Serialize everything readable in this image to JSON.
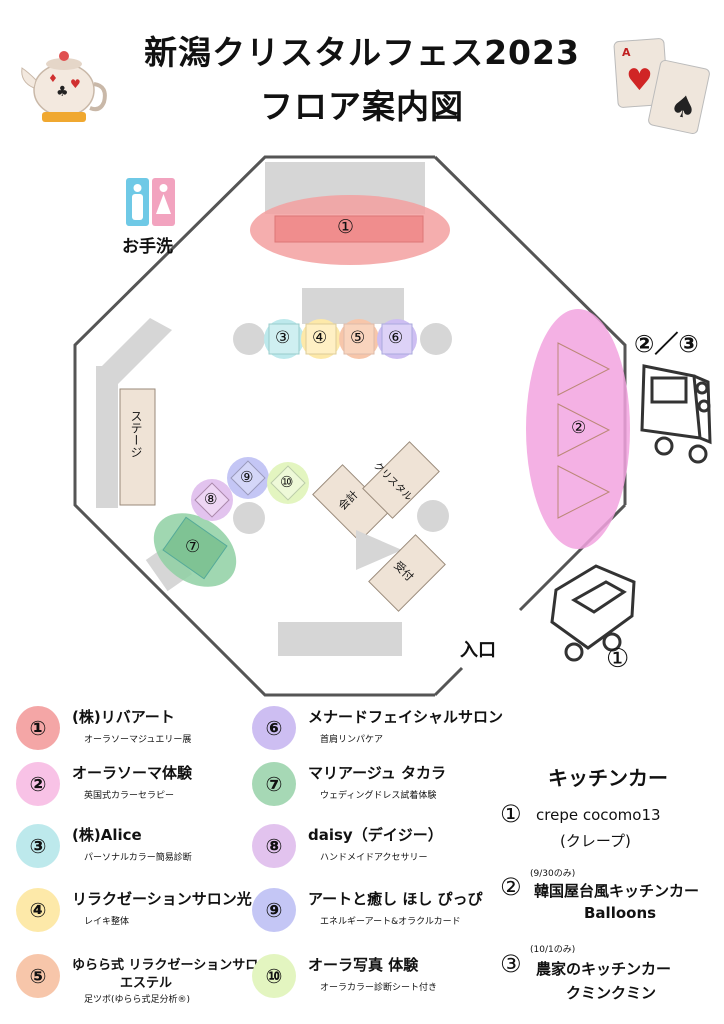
{
  "title_line1": "新潟クリスタルフェス2023",
  "title_line2": "フロア案内図",
  "map": {
    "toilet_label": "お手洗",
    "entrance_label": "入口",
    "stage_label": "ステージ",
    "kaikei_label": "会計",
    "crystal_label": "クリスタル",
    "uketsuke_label": "受付",
    "kitchen_23_label": "②／③",
    "kitchen_1_label": "①",
    "booths": {
      "b1": "①",
      "b2": "②",
      "b3": "③",
      "b4": "④",
      "b5": "⑤",
      "b6": "⑥",
      "b7": "⑦",
      "b8": "⑧",
      "b9": "⑨",
      "b10": "⑩"
    }
  },
  "legend": [
    {
      "num": "①",
      "name": "(株)リバアート",
      "sub": "オーラソーマジュエリー展",
      "color": "#f4a6a6"
    },
    {
      "num": "②",
      "name": "オーラソーマ体験",
      "sub": "英国式カラーセラピー",
      "color": "#f8c2e6"
    },
    {
      "num": "③",
      "name": "(株)Alice",
      "sub": "パーソナルカラー簡易診断",
      "color": "#bde9ec"
    },
    {
      "num": "④",
      "name": "リラクゼーションサロン光",
      "sub": "レイキ整体",
      "color": "#fde9a9"
    },
    {
      "num": "⑤",
      "name": "ゆらら式 リラクゼーションサロン",
      "name2": "エステル",
      "sub": "足ツボ(ゆらら式足分析®)",
      "color": "#f7c6aa"
    },
    {
      "num": "⑥",
      "name": "メナードフェイシャルサロン",
      "sub": "首肩リンパケア",
      "color": "#cdbef2"
    },
    {
      "num": "⑦",
      "name": "マリアージュ タカラ",
      "sub": "ウェディングドレス試着体験",
      "color": "#a6d8b5"
    },
    {
      "num": "⑧",
      "name": "daisy（デイジー）",
      "sub": "ハンドメイドアクセサリー",
      "color": "#e2c3ee"
    },
    {
      "num": "⑨",
      "name": "アートと癒し ほし ぴっぴ",
      "sub": "エネルギーアート&オラクルカード",
      "color": "#c4c6f5"
    },
    {
      "num": "⑩",
      "name": "オーラ写真 体験",
      "sub": "オーラカラー診断シート付き",
      "color": "#e3f5c0"
    }
  ],
  "kitchen": {
    "heading": "キッチンカー",
    "cars": [
      {
        "num": "①",
        "name": "crepe cocomo13",
        "name2": "(クレープ)",
        "note": ""
      },
      {
        "num": "②",
        "name": "韓国屋台風キッチンカー",
        "name2": "Balloons",
        "note": "(9/30のみ)"
      },
      {
        "num": "③",
        "name": "農家のキッチンカー",
        "name2": "クミンクミン",
        "note": "(10/1のみ)"
      }
    ]
  },
  "colors": {
    "outline": "#555555",
    "gray_block": "#d6d6d6",
    "beige_block": "#efe3d6",
    "pink_oval": "#f2a3df",
    "red_oval": "#f3a0a0",
    "green_oval": "#8fd0a3"
  }
}
